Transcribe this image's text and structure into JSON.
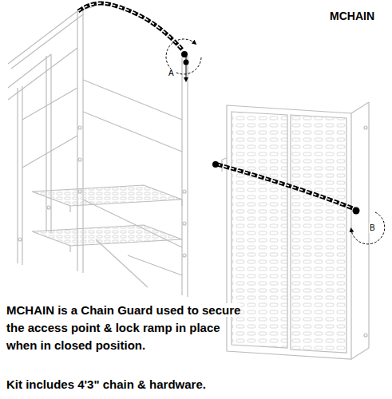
{
  "diagram": {
    "title": "MCHAIN",
    "caption": "MCHAIN is a Chain Guard used to secure the access point & lock ramp in place when in closed position.",
    "labels": [
      "A",
      "B",
      "Kit includes 4'3\" chain & hardware."
    ]
  }
}
